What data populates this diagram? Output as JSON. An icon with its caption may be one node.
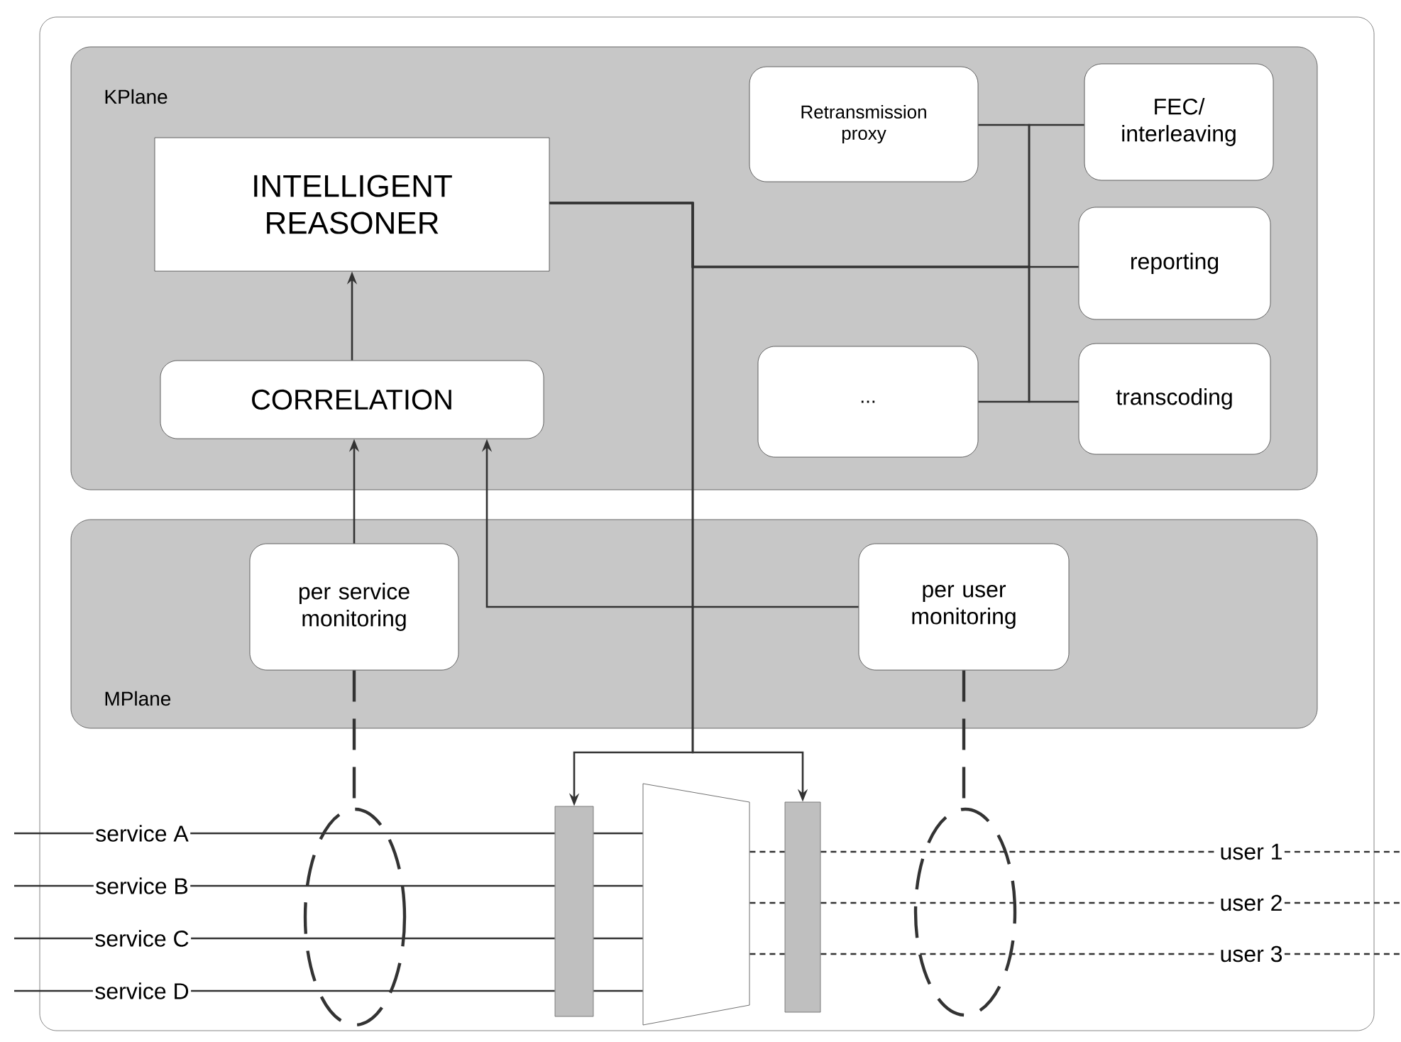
{
  "diagram": {
    "nodes": [
      {
        "text": [],
        "shape": "box"
      },
      {
        "text": [
          "KPlane"
        ],
        "in": 0
      },
      {
        "text": [
          "INTELLIGENT REASONER"
        ],
        "in": 1
      },
      {
        "text": [
          "CORRELATION"
        ],
        "in": 1
      },
      {
        "text": [
          "Retransmission proxy"
        ],
        "in": 1
      },
      {
        "text": [
          "FEC/ interleaving"
        ],
        "in": 1
      },
      {
        "text": [
          "reporting"
        ],
        "in": 1
      },
      {
        "text": [
          "..."
        ],
        "in": 1
      },
      {
        "text": [
          "transcoding"
        ],
        "in": 1
      },
      {
        "text": [
          "MPlane"
        ],
        "in": 0
      },
      {
        "text": [
          "per service monitoring"
        ],
        "in": 9
      },
      {
        "text": [
          "per user monitoring"
        ],
        "in": 9
      },
      {
        "text": [],
        "shape": "bar",
        "in": 0
      },
      {
        "text": [],
        "shape": "trapezoid",
        "in": 0
      },
      {
        "text": [],
        "shape": "bar",
        "in": 0
      },
      {
        "text": [
          "service A"
        ],
        "in": 0
      },
      {
        "text": [
          "service B"
        ],
        "in": 0
      },
      {
        "text": [
          "service C"
        ],
        "in": 0
      },
      {
        "text": [
          "service D"
        ],
        "in": 0
      },
      {
        "text": [
          "user 1"
        ],
        "in": 0
      },
      {
        "text": [
          "user 2"
        ],
        "in": 0
      },
      {
        "text": [
          "user 3"
        ],
        "in": 0
      }
    ],
    "edges": [
      {
        "from": 3,
        "to": 2,
        "arrow": "to"
      },
      {
        "from": 10,
        "to": 3,
        "arrow": "to"
      },
      {
        "from": 11,
        "to": 3,
        "arrow": "to"
      },
      {
        "from": 2,
        "to": 12,
        "arrow": "to"
      },
      {
        "from": 2,
        "to": 14,
        "arrow": "to"
      },
      {
        "from": 2,
        "to": 4,
        "arrow": "none"
      },
      {
        "from": 2,
        "to": 5,
        "arrow": "none"
      },
      {
        "from": 2,
        "to": 6,
        "arrow": "none"
      },
      {
        "from": 2,
        "to": 7,
        "arrow": "none"
      },
      {
        "from": 2,
        "to": 8,
        "arrow": "none"
      },
      {
        "from": 10,
        "to": null,
        "arrow": "none",
        "style": "dashed"
      },
      {
        "from": 11,
        "to": null,
        "arrow": "none",
        "style": "dashed"
      },
      {
        "from": null,
        "to": 15,
        "arrow": "none"
      },
      {
        "from": null,
        "to": 16,
        "arrow": "none"
      },
      {
        "from": null,
        "to": 17,
        "arrow": "none"
      },
      {
        "from": null,
        "to": 18,
        "arrow": "none"
      },
      {
        "from": 15,
        "to": 12,
        "arrow": "none"
      },
      {
        "from": 16,
        "to": 12,
        "arrow": "none"
      },
      {
        "from": 17,
        "to": 12,
        "arrow": "none"
      },
      {
        "from": 18,
        "to": 12,
        "arrow": "none"
      },
      {
        "from": 12,
        "to": 13,
        "arrow": "none"
      },
      {
        "from": 12,
        "to": 13,
        "arrow": "none"
      },
      {
        "from": 12,
        "to": 13,
        "arrow": "none"
      },
      {
        "from": 12,
        "to": 13,
        "arrow": "none"
      },
      {
        "from": 13,
        "to": 14,
        "arrow": "none",
        "style": "dashed"
      },
      {
        "from": 13,
        "to": 14,
        "arrow": "none",
        "style": "dashed"
      },
      {
        "from": 13,
        "to": 14,
        "arrow": "none",
        "style": "dashed"
      },
      {
        "from": 14,
        "to": 19,
        "arrow": "none",
        "style": "dashed"
      },
      {
        "from": 14,
        "to": 20,
        "arrow": "none",
        "style": "dashed"
      },
      {
        "from": 14,
        "to": 21,
        "arrow": "none",
        "style": "dashed"
      },
      {
        "from": 19,
        "to": null,
        "arrow": "none",
        "style": "dashed"
      },
      {
        "from": 20,
        "to": null,
        "arrow": "none",
        "style": "dashed"
      },
      {
        "from": 21,
        "to": null,
        "arrow": "none",
        "style": "dashed"
      }
    ]
  }
}
